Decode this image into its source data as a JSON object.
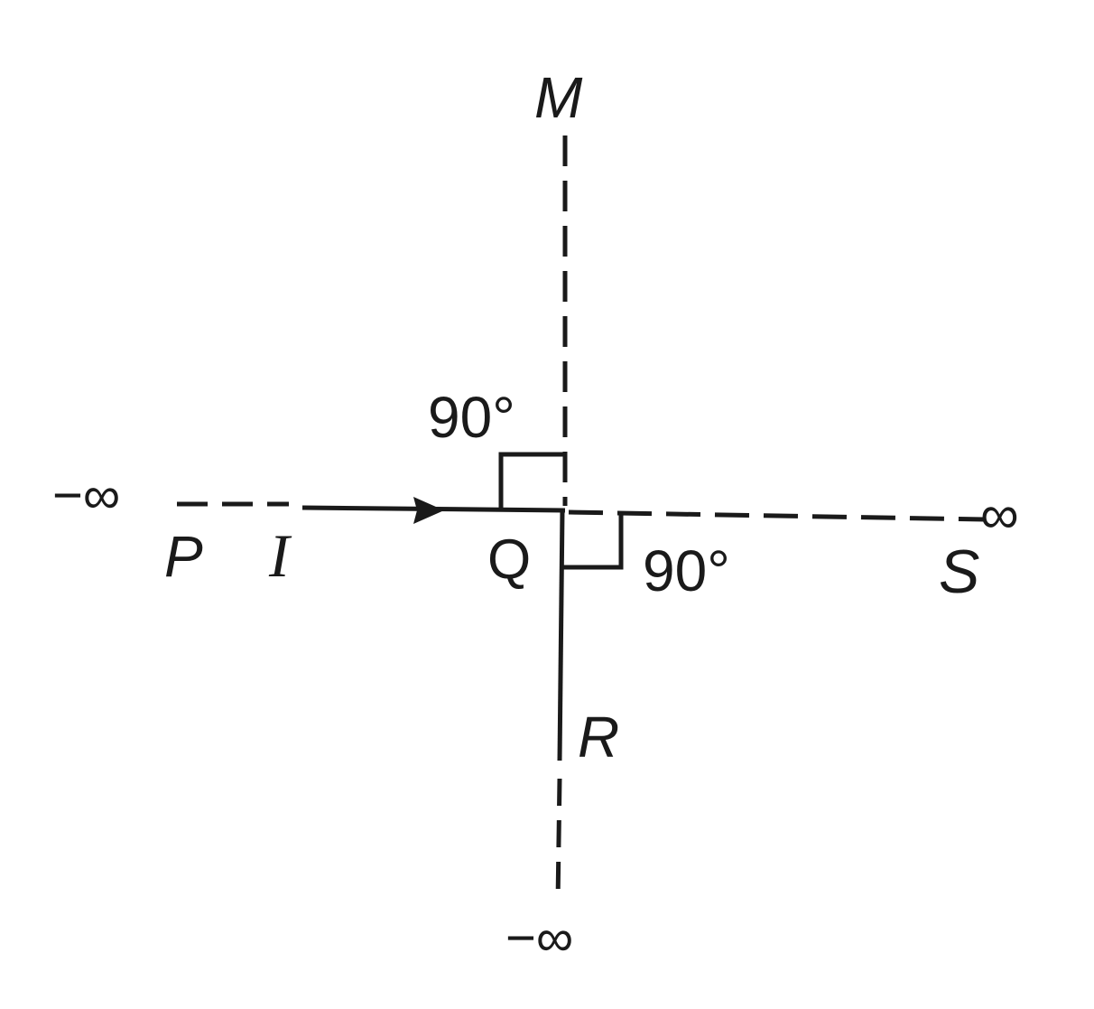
{
  "labels": {
    "M": "M",
    "P": "P",
    "I": "I",
    "Q": "Q",
    "R": "R",
    "S": "S",
    "angle_upper": "90°",
    "angle_lower": "90°",
    "neg_infinity_left": "−∞",
    "infinity_right": "∞",
    "neg_infinity_bottom": "−∞"
  }
}
